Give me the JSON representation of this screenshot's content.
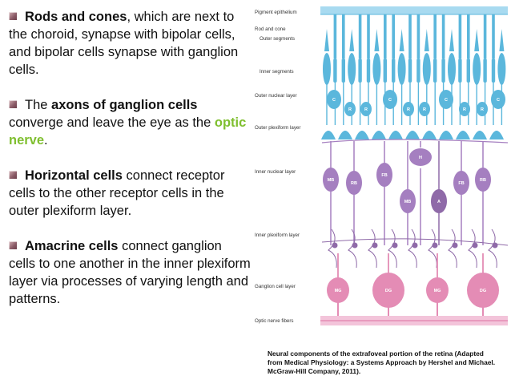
{
  "bullets": [
    {
      "parts": [
        {
          "text": "Rods and cones",
          "style": "bold"
        },
        {
          "text": ", which are next to the choroid, synapse with bipolar cells, and bipolar cells synapse with ganglion cells.",
          "style": "normal"
        }
      ]
    },
    {
      "parts": [
        {
          "text": "The ",
          "style": "normal"
        },
        {
          "text": "axons of ganglion cells",
          "style": "bold"
        },
        {
          "text": " converge and leave the eye as the ",
          "style": "normal"
        },
        {
          "text": "optic nerve",
          "style": "green"
        },
        {
          "text": ".",
          "style": "normal"
        }
      ]
    },
    {
      "parts": [
        {
          "text": "Horizontal cells",
          "style": "bold"
        },
        {
          "text": " connect receptor cells to the other receptor cells in the outer plexiform layer.",
          "style": "normal"
        }
      ]
    },
    {
      "parts": [
        {
          "text": "Amacrine cells",
          "style": "bold"
        },
        {
          "text": " connect ganglion cells to one another in the inner plexiform layer via processes of varying length and patterns.",
          "style": "normal"
        }
      ]
    }
  ],
  "figure": {
    "layer_labels": [
      "Pigment epithelium",
      "Rod and cone",
      "Outer segments",
      "Inner segments",
      "Outer nuclear layer",
      "Outer plexiform layer",
      "Inner nuclear layer",
      "Inner plexiform layer",
      "Ganglion cell layer",
      "Optic nerve fibers"
    ],
    "receptor_letters": [
      "C",
      "R",
      "R",
      "C",
      "R",
      "R",
      "C",
      "R",
      "R",
      "C"
    ],
    "inner_letters": [
      "MB",
      "RB",
      "FB",
      "H",
      "MB",
      "A",
      "FB",
      "RB"
    ],
    "ganglion_letters": [
      "MG",
      "DG",
      "MG",
      "DG"
    ]
  },
  "caption": "Neural components of the extrafoveal portion of the retina (Adapted from Medical Physiology: a Systems Approach by Hershel and Michael. McGraw-Hill Company, 2011).",
  "colors": {
    "receptor": "#5bb7dc",
    "receptor_light": "#a8daf0",
    "bipolar": "#a57fc0",
    "amacrine": "#8f6aa8",
    "ganglion": "#e48cb5",
    "ganglion_light": "#f3c4da",
    "accent_green": "#7fbf2f"
  }
}
